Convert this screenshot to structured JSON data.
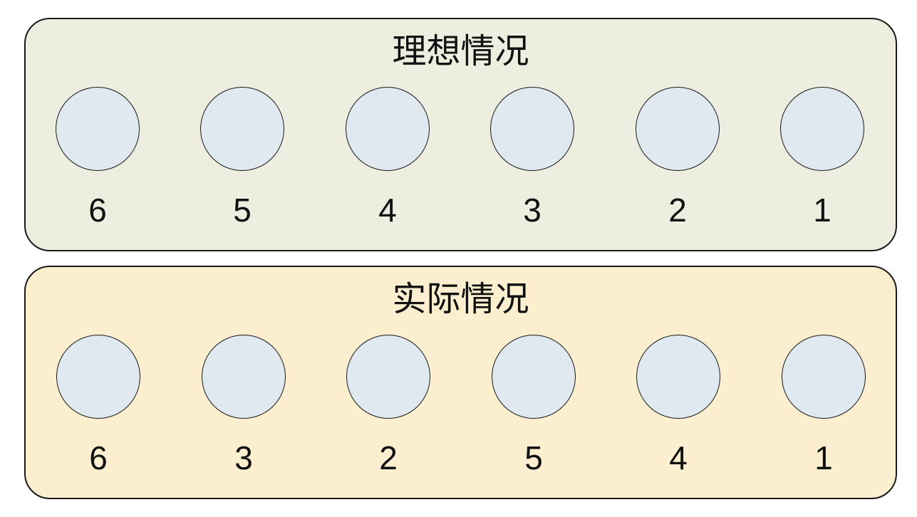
{
  "diagram": {
    "panels": [
      {
        "id": "ideal",
        "title": "理想情况",
        "items": [
          "6",
          "5",
          "4",
          "3",
          "2",
          "1"
        ]
      },
      {
        "id": "actual",
        "title": "实际情况",
        "items": [
          "6",
          "3",
          "2",
          "5",
          "4",
          "1"
        ]
      }
    ]
  },
  "colors": {
    "ideal_panel_bg": "#edeedf",
    "actual_panel_bg": "#fbefcf",
    "circle_fill": "#dfe9ef",
    "stroke": "#1a1a1a"
  }
}
